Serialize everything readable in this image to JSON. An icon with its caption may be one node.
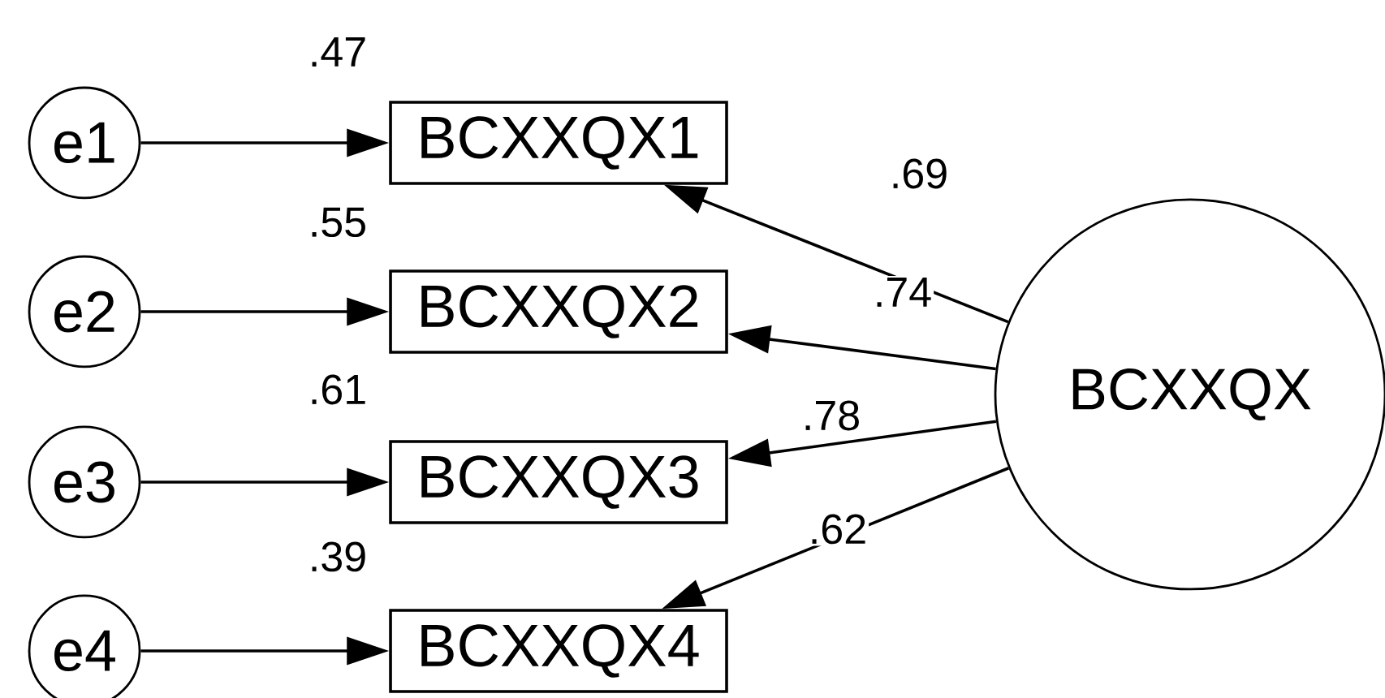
{
  "diagram": {
    "nodes": [
      {
        "text": [
          "e1"
        ]
      },
      {
        "text": [
          "e2"
        ]
      },
      {
        "text": [
          "e3"
        ]
      },
      {
        "text": [
          "e4"
        ]
      },
      {
        "text": [
          "BCXXQX1"
        ],
        "beside": [
          ".47"
        ]
      },
      {
        "text": [
          "BCXXQX2"
        ],
        "beside": [
          ".55"
        ]
      },
      {
        "text": [
          "BCXXQX3"
        ],
        "beside": [
          ".61"
        ]
      },
      {
        "text": [
          "BCXXQX4"
        ],
        "beside": [
          ".39"
        ]
      },
      {
        "text": [
          "BCXXQX"
        ]
      }
    ],
    "edges": [
      {
        "from": 0,
        "to": 4,
        "arrow": "to"
      },
      {
        "from": 1,
        "to": 5,
        "arrow": "to"
      },
      {
        "from": 2,
        "to": 6,
        "arrow": "to"
      },
      {
        "from": 3,
        "to": 7,
        "arrow": "to"
      },
      {
        "from": 8,
        "to": 4,
        "arrow": "to",
        "label": ".69"
      },
      {
        "from": 8,
        "to": 5,
        "arrow": "to",
        "label": ".74"
      },
      {
        "from": 8,
        "to": 6,
        "arrow": "to",
        "label": ".78"
      },
      {
        "from": 8,
        "to": 7,
        "arrow": "to",
        "label": ".62"
      }
    ]
  }
}
